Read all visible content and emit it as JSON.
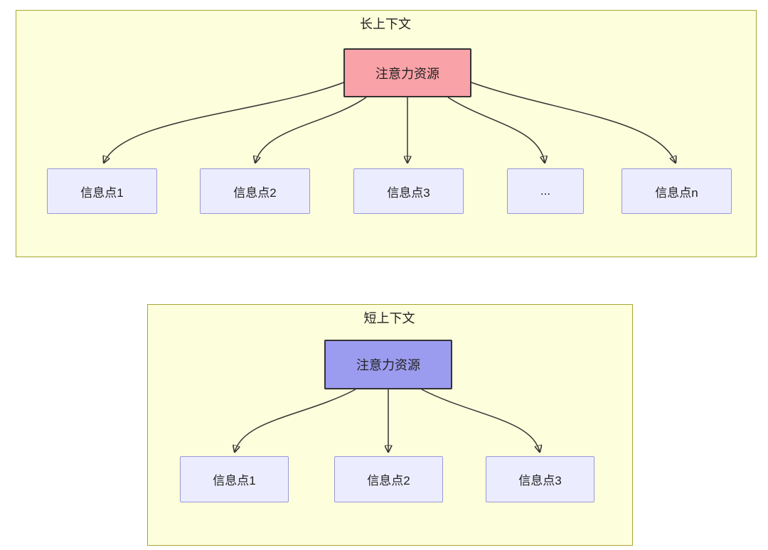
{
  "colors": {
    "canvas_bg": "#ffffff",
    "container_fill": "#fdfedb",
    "container_border": "#a6a634",
    "attention_long_fill": "#f9a2a8",
    "attention_short_fill": "#9b9bef",
    "attention_border": "#333333",
    "info_fill": "#ececff",
    "info_border": "#9898d8",
    "arrow": "#333333",
    "text": "#222222"
  },
  "long_context": {
    "title": "长上下文",
    "attention_label": "注意力资源",
    "items": [
      {
        "label": "信息点1"
      },
      {
        "label": "信息点2"
      },
      {
        "label": "信息点3"
      },
      {
        "label": "..."
      },
      {
        "label": "信息点n"
      }
    ]
  },
  "short_context": {
    "title": "短上下文",
    "attention_label": "注意力资源",
    "items": [
      {
        "label": "信息点1"
      },
      {
        "label": "信息点2"
      },
      {
        "label": "信息点3"
      }
    ]
  }
}
